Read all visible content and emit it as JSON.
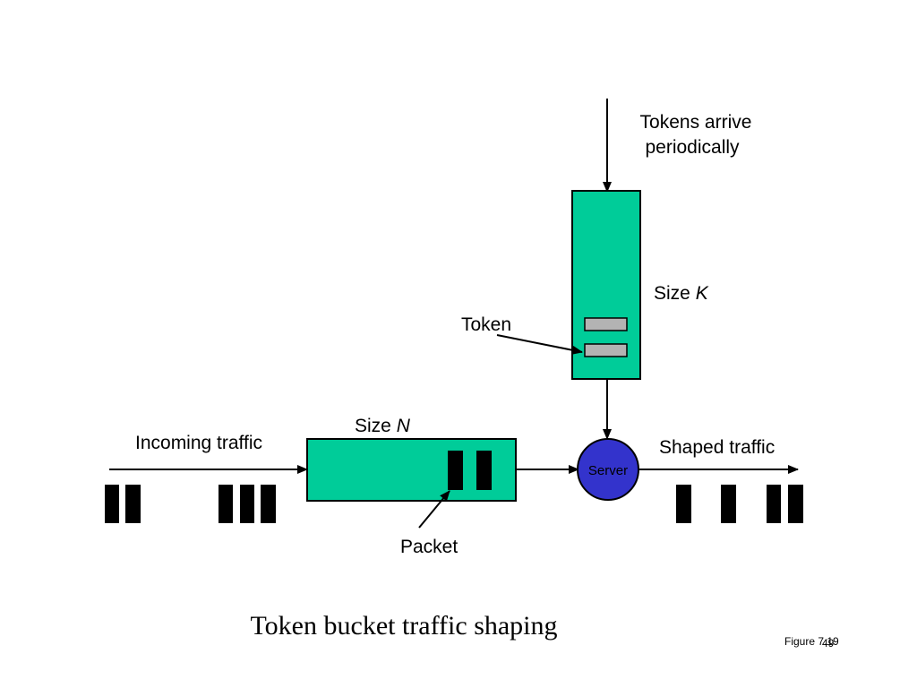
{
  "labels": {
    "tokens_arrive_line1": "Tokens arrive",
    "tokens_arrive_line2": "periodically",
    "size_k_prefix": "Size ",
    "size_k_var": "K",
    "token": "Token",
    "size_n_prefix": "Size ",
    "size_n_var": "N",
    "incoming_traffic": "Incoming traffic",
    "shaped_traffic": "Shaped traffic",
    "server": "Server",
    "packet": "Packet"
  },
  "title": "Token bucket traffic shaping",
  "figure_ref": "Figure 7.19",
  "slide_number": "49",
  "colors": {
    "bucket_fill": "#00CC99",
    "server_fill": "#3333CC",
    "token_fill": "#B3B3B3",
    "packet_fill": "#000000",
    "server_text": "#000000"
  }
}
